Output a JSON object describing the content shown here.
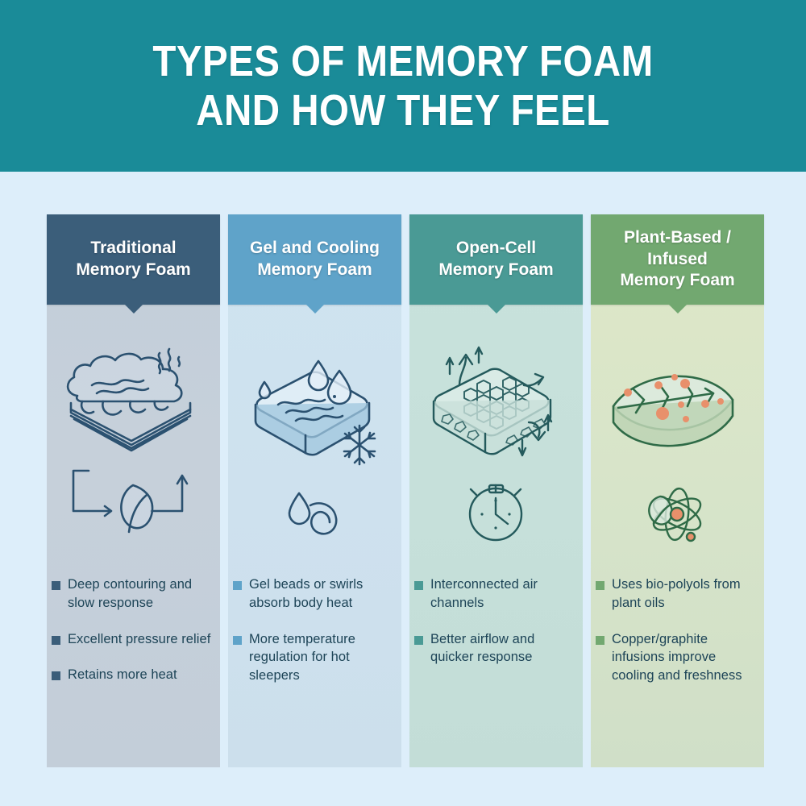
{
  "banner": {
    "title": "TYPES OF MEMORY FOAM\nAND HOW THEY FEEL",
    "background_color": "#1a8b98",
    "text_color": "#ffffff"
  },
  "page": {
    "background_color": "#ddeefa",
    "body_text_color": "#1d4457"
  },
  "columns": [
    {
      "id": "traditional",
      "title": "Traditional\nMemory Foam",
      "header_color": "#3b5e7a",
      "panel_color": "#c6d0da",
      "bullet_color": "#3b5e7a",
      "icons": [
        "foam-mattress-cloud-icon",
        "heat-waves-icon",
        "leaf-cycle-arrows-icon"
      ],
      "bullets": [
        "Deep contouring and slow response",
        "Excellent pressure relief",
        "Retains more heat"
      ]
    },
    {
      "id": "gel-cooling",
      "title": "Gel and Cooling\nMemory Foam",
      "header_color": "#5fa3c9",
      "panel_color": "#cee1ee",
      "bullet_color": "#5fa3c9",
      "icons": [
        "gel-mattress-icon",
        "water-droplet-icon",
        "snowflake-icon",
        "droplet-swirl-icon"
      ],
      "bullets": [
        "Gel beads or swirls absorb body heat",
        "More temperature regulation for hot sleepers"
      ]
    },
    {
      "id": "open-cell",
      "title": "Open-Cell\nMemory Foam",
      "header_color": "#4a9a95",
      "panel_color": "#c6e0da",
      "bullet_color": "#4a9a95",
      "icons": [
        "open-cell-honeycomb-mattress-icon",
        "airflow-arrows-icon",
        "stopwatch-icon"
      ],
      "bullets": [
        "Interconnected air channels",
        "Better airflow and quicker response"
      ]
    },
    {
      "id": "plant-based",
      "title": "Plant-Based /\nInfused\nMemory Foam",
      "header_color": "#72a870",
      "panel_color": "#d7e4c9",
      "bullet_color": "#72a870",
      "icons": [
        "leaf-shaped-mattress-icon",
        "copper-particles-icon",
        "atom-leaf-icon"
      ],
      "bullets": [
        "Uses bio-polyols from plant oils",
        "Copper/graphite infusions improve cooling and freshness"
      ]
    }
  ]
}
